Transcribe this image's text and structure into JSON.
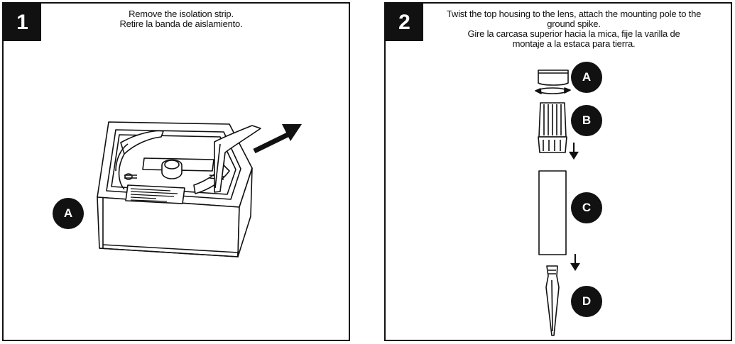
{
  "steps": [
    {
      "number": "1",
      "caption_en": "Remove the isolation strip.",
      "caption_es": "Retire la banda de aislamiento.",
      "labels": [
        "A"
      ]
    },
    {
      "number": "2",
      "caption_en_1": "Twist the top housing to the lens, attach the mounting pole to the",
      "caption_en_2": "ground spike.",
      "caption_es_1": "Gire la carcasa superior hacia la mica, fije la varilla de",
      "caption_es_2": "montaje a la estaca para tierra.",
      "labels": [
        "A",
        "B",
        "C",
        "D"
      ]
    }
  ]
}
